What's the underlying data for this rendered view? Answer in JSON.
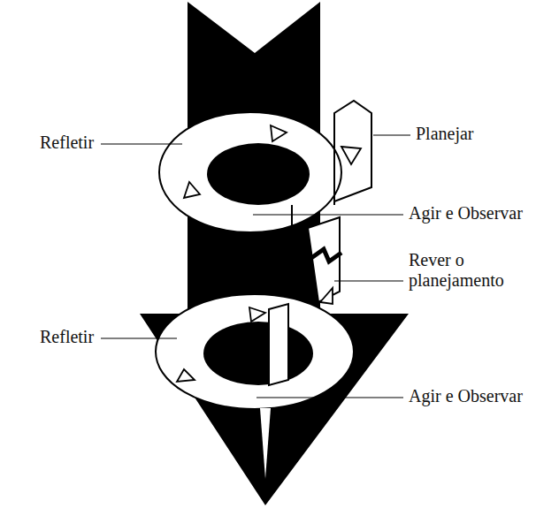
{
  "diagram": {
    "labels": [
      "Refletir",
      "Planejar",
      "Agir e Observar",
      "Rever o planejamento",
      "Refletir",
      "Agir e Observar"
    ]
  }
}
